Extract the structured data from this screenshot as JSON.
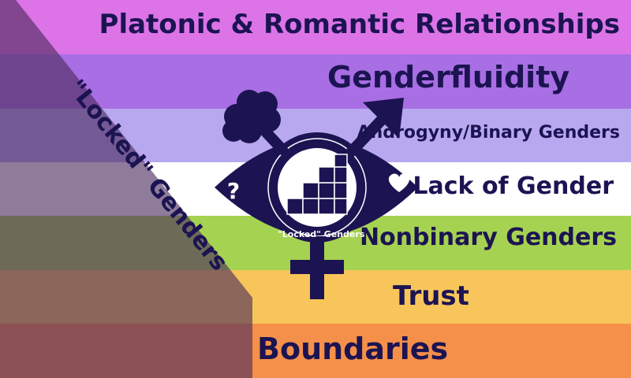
{
  "flag": {
    "stripes": [
      {
        "color": "#dc74e8",
        "label": "Platonic & Romantic Relationships"
      },
      {
        "color": "#a86ee3",
        "label": "Genderfluidity"
      },
      {
        "color": "#b8a8ef",
        "label": "Androgyny/Binary Genders"
      },
      {
        "color": "#ffffff",
        "label": "Lack of Gender"
      },
      {
        "color": "#a6d251",
        "label": "Nonbinary Genders"
      },
      {
        "color": "#f7c55a",
        "label": "Trust"
      },
      {
        "color": "#f4904a",
        "label": "Boundaries"
      }
    ],
    "diagonal_label": "\"Locked\" Genders",
    "center_label": "\"Locked\" Genders",
    "eye_left_symbol": "?",
    "eye_right_symbol": "heart-icon",
    "accent_color": "#1c1452",
    "overlay_color": "#4a2a5c"
  }
}
